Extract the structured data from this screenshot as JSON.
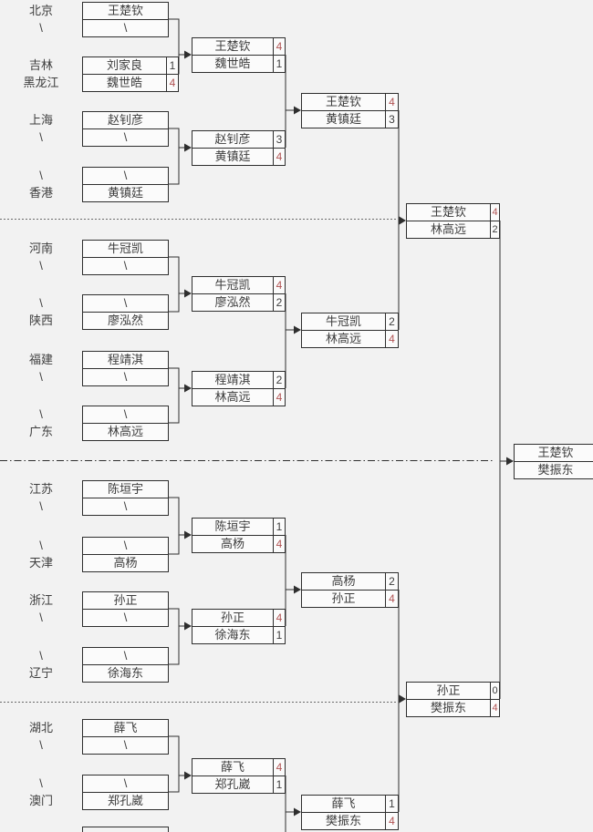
{
  "colors": {
    "background": "#f2f2f2",
    "box_fill": "#fbfbfb",
    "line": "#2e2e2e",
    "text": "#3d3d3d",
    "score_text": "#3d3d3d",
    "winner_score": "#b05252",
    "separator": "#6a6a6a"
  },
  "left_labels": [
    "北京",
    "\\",
    "吉林",
    "黑龙江",
    "上海",
    "\\",
    "\\",
    "香港",
    "河南",
    "\\",
    "\\",
    "陕西",
    "福建",
    "\\",
    "\\",
    "广东",
    "江苏",
    "\\",
    "\\",
    "天津",
    "浙江",
    "\\",
    "\\",
    "辽宁",
    "湖北",
    "\\",
    "\\",
    "澳门"
  ],
  "round1": [
    {
      "top": "王楚钦",
      "bottom": "\\"
    },
    {
      "top": "刘家良",
      "top_score": "1",
      "bottom": "魏世皓",
      "bottom_score": "4"
    },
    {
      "top": "赵钊彦",
      "bottom": "\\"
    },
    {
      "top": "\\",
      "bottom": "黄镇廷"
    },
    {
      "top": "牛冠凯",
      "bottom": "\\"
    },
    {
      "top": "\\",
      "bottom": "廖泓然"
    },
    {
      "top": "程靖淇",
      "bottom": "\\"
    },
    {
      "top": "\\",
      "bottom": "林高远"
    },
    {
      "top": "陈垣宇",
      "bottom": "\\"
    },
    {
      "top": "\\",
      "bottom": "高杨"
    },
    {
      "top": "孙正",
      "bottom": "\\"
    },
    {
      "top": "\\",
      "bottom": "徐海东"
    },
    {
      "top": "薛飞",
      "bottom": "\\"
    },
    {
      "top": "\\",
      "bottom": "郑孔崴"
    }
  ],
  "round2": [
    {
      "top": "王楚钦",
      "top_score": "4",
      "bottom": "魏世皓",
      "bottom_score": "1"
    },
    {
      "top": "赵钊彦",
      "top_score": "3",
      "bottom": "黄镇廷",
      "bottom_score": "4"
    },
    {
      "top": "牛冠凯",
      "top_score": "4",
      "bottom": "廖泓然",
      "bottom_score": "2"
    },
    {
      "top": "程靖淇",
      "top_score": "2",
      "bottom": "林高远",
      "bottom_score": "4"
    },
    {
      "top": "陈垣宇",
      "top_score": "1",
      "bottom": "高杨",
      "bottom_score": "4"
    },
    {
      "top": "孙正",
      "top_score": "4",
      "bottom": "徐海东",
      "bottom_score": "1"
    },
    {
      "top": "薛飞",
      "top_score": "4",
      "bottom": "郑孔崴",
      "bottom_score": "1"
    }
  ],
  "quarterfinals": [
    {
      "top": "王楚钦",
      "top_score": "4",
      "bottom": "黄镇廷",
      "bottom_score": "3"
    },
    {
      "top": "牛冠凯",
      "top_score": "2",
      "bottom": "林高远",
      "bottom_score": "4"
    },
    {
      "top": "高杨",
      "top_score": "2",
      "bottom": "孙正",
      "bottom_score": "4"
    },
    {
      "top": "薛飞",
      "top_score": "1",
      "bottom": "樊振东",
      "bottom_score": "4"
    }
  ],
  "semifinals": [
    {
      "top": "王楚钦",
      "top_score": "4",
      "bottom": "林高远",
      "bottom_score": "2"
    },
    {
      "top": "孙正",
      "top_score": "0",
      "bottom": "樊振东",
      "bottom_score": "4"
    }
  ],
  "final": {
    "top": "王楚钦",
    "bottom": "樊振东"
  }
}
